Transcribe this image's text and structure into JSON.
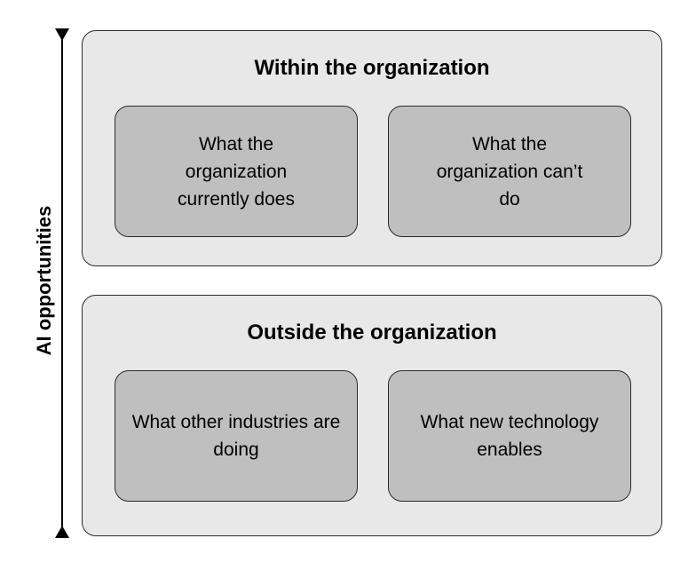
{
  "axis": {
    "label": "AI opportunities"
  },
  "panels": [
    {
      "title": "Within the organization",
      "cards": [
        {
          "text": "What the organization currently does"
        },
        {
          "text": "What the organization can’t do"
        }
      ]
    },
    {
      "title": "Outside the organization",
      "cards": [
        {
          "text": "What other industries are doing"
        },
        {
          "text": "What new technology enables"
        }
      ]
    }
  ],
  "colors": {
    "panel_fill": "#e8e8e8",
    "card_fill": "#bfbfbf",
    "stroke": "#2a2a2a",
    "text": "#000000"
  }
}
